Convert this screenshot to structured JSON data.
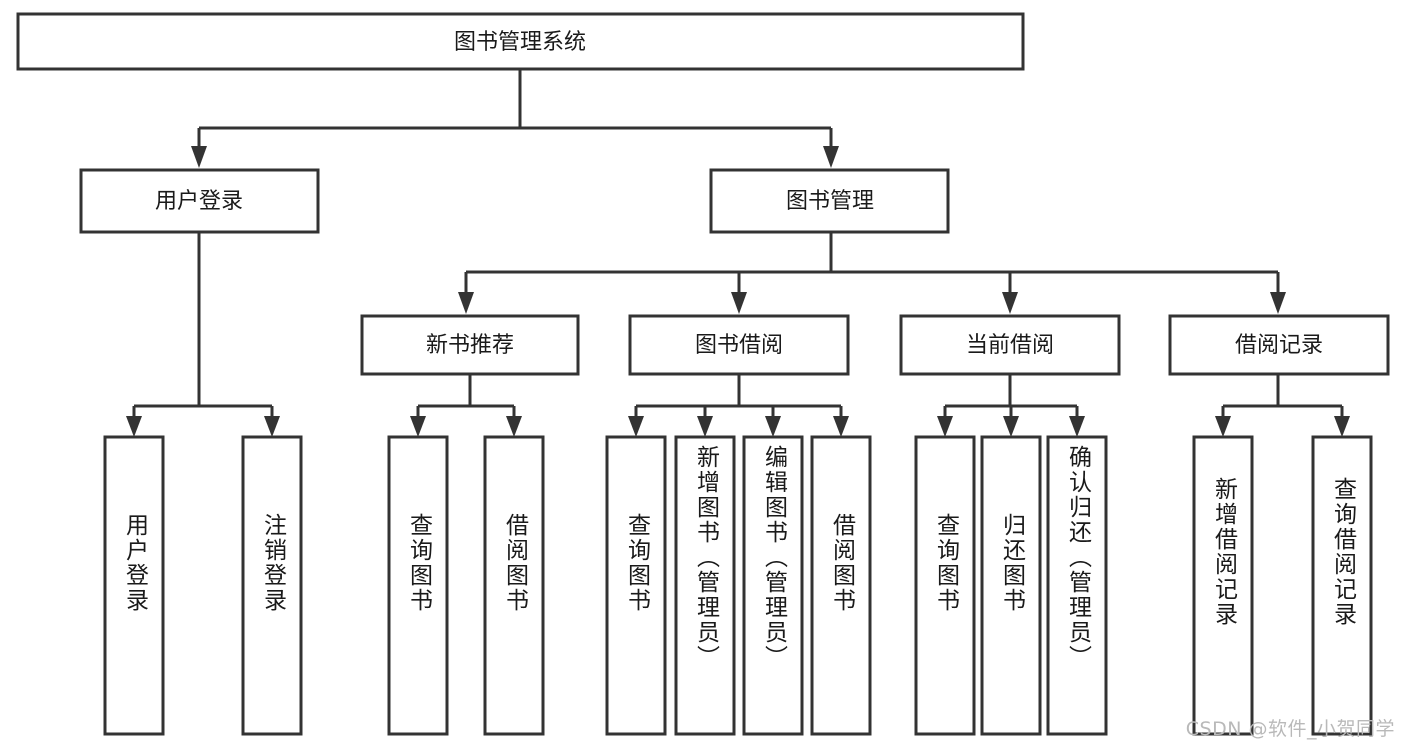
{
  "diagram": {
    "type": "hierarchy-tree",
    "title": "图书管理系统",
    "watermark": "CSDN @软件_小贺同学",
    "colors": {
      "box_stroke": "#333333",
      "box_fill": "#ffffff",
      "text": "#1a1a1a",
      "connector": "#333333",
      "watermark": "#b9b9b9",
      "background": "#ffffff"
    },
    "levels": {
      "root": {
        "label": "图书管理系统"
      },
      "level2": [
        {
          "label": "用户登录"
        },
        {
          "label": "图书管理"
        }
      ],
      "level3": [
        {
          "label": "新书推荐"
        },
        {
          "label": "图书借阅"
        },
        {
          "label": "当前借阅"
        },
        {
          "label": "借阅记录"
        }
      ]
    },
    "groups": [
      {
        "parent": "用户登录",
        "leaves": [
          {
            "label": "用户登录"
          },
          {
            "label": "注销登录"
          }
        ]
      },
      {
        "parent": "新书推荐",
        "leaves": [
          {
            "label": "查询图书"
          },
          {
            "label": "借阅图书"
          }
        ]
      },
      {
        "parent": "图书借阅",
        "leaves": [
          {
            "label": "查询图书"
          },
          {
            "label": "新增图书（管理员）"
          },
          {
            "label": "编辑图书（管理员）"
          },
          {
            "label": "借阅图书"
          }
        ]
      },
      {
        "parent": "当前借阅",
        "leaves": [
          {
            "label": "查询图书"
          },
          {
            "label": "归还图书"
          },
          {
            "label": "确认归还（管理员）"
          }
        ]
      },
      {
        "parent": "借阅记录",
        "leaves": [
          {
            "label": "新增借阅记录"
          },
          {
            "label": "查询借阅记录"
          }
        ]
      }
    ],
    "leaves_flat": [
      "用户登录",
      "注销登录",
      "查询图书",
      "借阅图书",
      "查询图书",
      "新增图书（管理员）",
      "编辑图书（管理员）",
      "借阅图书",
      "查询图书",
      "归还图书",
      "确认归还（管理员）",
      "新增借阅记录",
      "查询借阅记录"
    ]
  }
}
